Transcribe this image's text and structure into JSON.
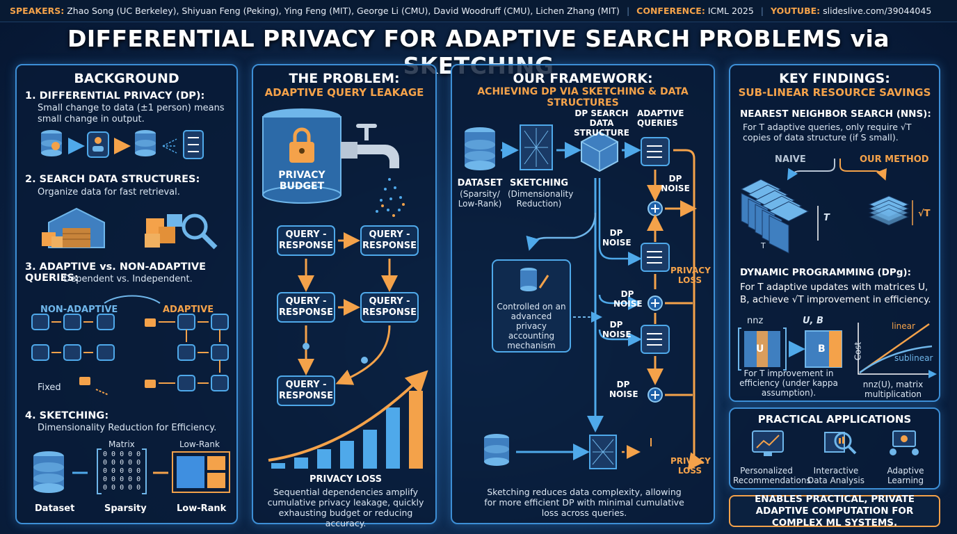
{
  "header": {
    "speakers_label": "SPEAKERS:",
    "speakers": "Zhao Song (UC Berkeley), Shiyuan Feng (Peking), Ying Feng (MIT), George Li (CMU), David Woodruff (CMU), Lichen Zhang (MIT)",
    "conference_label": "CONFERENCE:",
    "conference": "ICML 2025",
    "youtube_label": "YOUTUBE:",
    "youtube": "slideslive.com/39044045"
  },
  "title": "DIFFERENTIAL PRIVACY FOR ADAPTIVE SEARCH PROBLEMS via SKETCHING",
  "background": {
    "heading": "BACKGROUND",
    "dp_title": "1. DIFFERENTIAL PRIVACY (DP):",
    "dp_text": "Small change to data (±1 person) means small change in output.",
    "sds_title": "2. SEARCH DATA STRUCTURES:",
    "sds_text": "Organize data for fast retrieval.",
    "aq_title": "3. ADAPTIVE vs. NON-ADAPTIVE QUERIES:",
    "aq_text": "Dependent vs. Independent.",
    "non_adaptive": "NON-ADAPTIVE",
    "adaptive": "ADAPTIVE",
    "fixed": "Fixed",
    "sk_title": "4. SKETCHING:",
    "sk_text": "Dimensionality Reduction for Efficiency.",
    "matrix": "Matrix",
    "low_rank_top": "Low-Rank",
    "dataset": "Dataset",
    "sparsity": "Sparsity",
    "low_rank": "Low-Rank",
    "matrix_rows": [
      "0 0 0 0 0",
      "0 0 0 0 0",
      "0 0 0 0 0",
      "0 0 0 0 0",
      "0 0 0 0 0"
    ]
  },
  "problem": {
    "heading": "THE PROBLEM:",
    "subheading": "ADAPTIVE QUERY LEAKAGE",
    "budget": "PRIVACY BUDGET",
    "query": "QUERY - RESPONSE",
    "loss": "PRIVACY LOSS",
    "text": "Sequential dependencies amplify cumulative privacy leakage, quickly exhausting budget or reducing accuracy.",
    "bars": [
      1,
      2,
      3.5,
      5,
      7,
      11,
      14
    ]
  },
  "framework": {
    "heading": "OUR FRAMEWORK:",
    "subheading": "ACHIEVING DP VIA SKETCHING & DATA STRUCTURES",
    "dataset": "DATASET",
    "dataset_sub": "(Sparsity/ Low-Rank)",
    "sketching": "SKETCHING",
    "sketching_sub": "(Dimensionality Reduction)",
    "dpsds": "DP SEARCH DATA STRUCTURE",
    "adaptive_queries": "ADAPTIVE QUERIES",
    "dp_noise": "DP NOISE",
    "privacy_loss": "PRIVACY LOSS",
    "controlled": "Controlled on an advanced privacy accounting mechanism",
    "text": "Sketching reduces data complexity, allowing for more efficient DP with minimal cumulative loss across queries."
  },
  "findings": {
    "heading": "KEY FINDINGS:",
    "subheading": "SUB-LINEAR RESOURCE SAVINGS",
    "nns_title": "NEAREST NEIGHBOR SEARCH (NNS):",
    "nns_text": "For T adaptive queries, only require √T copies of data structure (if S small).",
    "naive": "NAIVE",
    "our_method": "OUR METHOD",
    "t": "T",
    "sqrt_t": "√T",
    "dp_title": "DYNAMIC PROGRAMMING (DPg):",
    "dp_text": "For T adaptive updates with matrices U, B, achieve √T improvement in efficiency.",
    "nnz": "nnz",
    "ub": "U, B",
    "u": "U",
    "b": "B",
    "improve_text": "For T improvement in efficiency (under kappa assumption).",
    "cost": "Cost",
    "linear": "linear",
    "sublinear": "sublinear",
    "nnz_u": "nnz(U), matrix multiplication"
  },
  "applications": {
    "heading": "PRACTICAL APPLICATIONS",
    "items": [
      "Personalized Recommendations",
      "Interactive Data Analysis",
      "Adaptive Learning"
    ]
  },
  "footer": "ENABLES PRACTICAL, PRIVATE ADAPTIVE COMPUTATION FOR COMPLEX ML SYSTEMS.",
  "colors": {
    "accent": "#f4a24a",
    "blue": "#4fa9ea",
    "bg": "#0c2547"
  }
}
